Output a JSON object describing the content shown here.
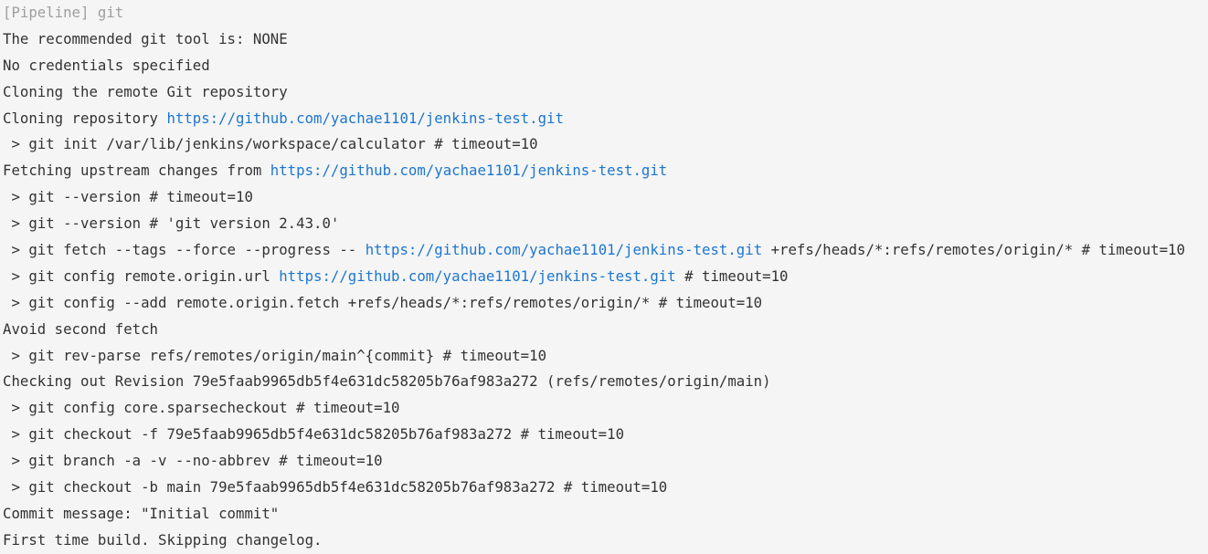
{
  "console": {
    "colors": {
      "background": "#f5f5f5",
      "text": "#333333",
      "pipeline_annotation": "#9e9e9e",
      "link": "#1d76cf"
    },
    "repo_url": "https://github.com/yachae1101/jenkins-test.git",
    "lines": [
      {
        "segments": [
          {
            "t": "[Pipeline] git",
            "s": "pipeline"
          }
        ]
      },
      {
        "segments": [
          {
            "t": "The recommended git tool is: NONE",
            "s": "normal"
          }
        ]
      },
      {
        "segments": [
          {
            "t": "No credentials specified",
            "s": "normal"
          }
        ]
      },
      {
        "segments": [
          {
            "t": "Cloning the remote Git repository",
            "s": "normal"
          }
        ]
      },
      {
        "segments": [
          {
            "t": "Cloning repository ",
            "s": "normal"
          },
          {
            "t": "https://github.com/yachae1101/jenkins-test.git",
            "s": "link"
          }
        ]
      },
      {
        "segments": [
          {
            "t": " > git init /var/lib/jenkins/workspace/calculator # timeout=10",
            "s": "normal"
          }
        ]
      },
      {
        "segments": [
          {
            "t": "Fetching upstream changes from ",
            "s": "normal"
          },
          {
            "t": "https://github.com/yachae1101/jenkins-test.git",
            "s": "link"
          }
        ]
      },
      {
        "segments": [
          {
            "t": " > git --version # timeout=10",
            "s": "normal"
          }
        ]
      },
      {
        "segments": [
          {
            "t": " > git --version # 'git version 2.43.0'",
            "s": "normal"
          }
        ]
      },
      {
        "segments": [
          {
            "t": " > git fetch --tags --force --progress -- ",
            "s": "normal"
          },
          {
            "t": "https://github.com/yachae1101/jenkins-test.git",
            "s": "link"
          },
          {
            "t": " +refs/heads/*:refs/remotes/origin/* # timeout=10",
            "s": "normal"
          }
        ]
      },
      {
        "segments": [
          {
            "t": " > git config remote.origin.url ",
            "s": "normal"
          },
          {
            "t": "https://github.com/yachae1101/jenkins-test.git",
            "s": "link"
          },
          {
            "t": " # timeout=10",
            "s": "normal"
          }
        ]
      },
      {
        "segments": [
          {
            "t": " > git config --add remote.origin.fetch +refs/heads/*:refs/remotes/origin/* # timeout=10",
            "s": "normal"
          }
        ]
      },
      {
        "segments": [
          {
            "t": "Avoid second fetch",
            "s": "normal"
          }
        ]
      },
      {
        "segments": [
          {
            "t": " > git rev-parse refs/remotes/origin/main^{commit} # timeout=10",
            "s": "normal"
          }
        ]
      },
      {
        "segments": [
          {
            "t": "Checking out Revision 79e5faab9965db5f4e631dc58205b76af983a272 (refs/remotes/origin/main)",
            "s": "normal"
          }
        ]
      },
      {
        "segments": [
          {
            "t": " > git config core.sparsecheckout # timeout=10",
            "s": "normal"
          }
        ]
      },
      {
        "segments": [
          {
            "t": " > git checkout -f 79e5faab9965db5f4e631dc58205b76af983a272 # timeout=10",
            "s": "normal"
          }
        ]
      },
      {
        "segments": [
          {
            "t": " > git branch -a -v --no-abbrev # timeout=10",
            "s": "normal"
          }
        ]
      },
      {
        "segments": [
          {
            "t": " > git checkout -b main 79e5faab9965db5f4e631dc58205b76af983a272 # timeout=10",
            "s": "normal"
          }
        ]
      },
      {
        "segments": [
          {
            "t": "Commit message: \"Initial commit\"",
            "s": "normal"
          }
        ]
      },
      {
        "segments": [
          {
            "t": "First time build. Skipping changelog.",
            "s": "normal"
          }
        ]
      }
    ]
  }
}
